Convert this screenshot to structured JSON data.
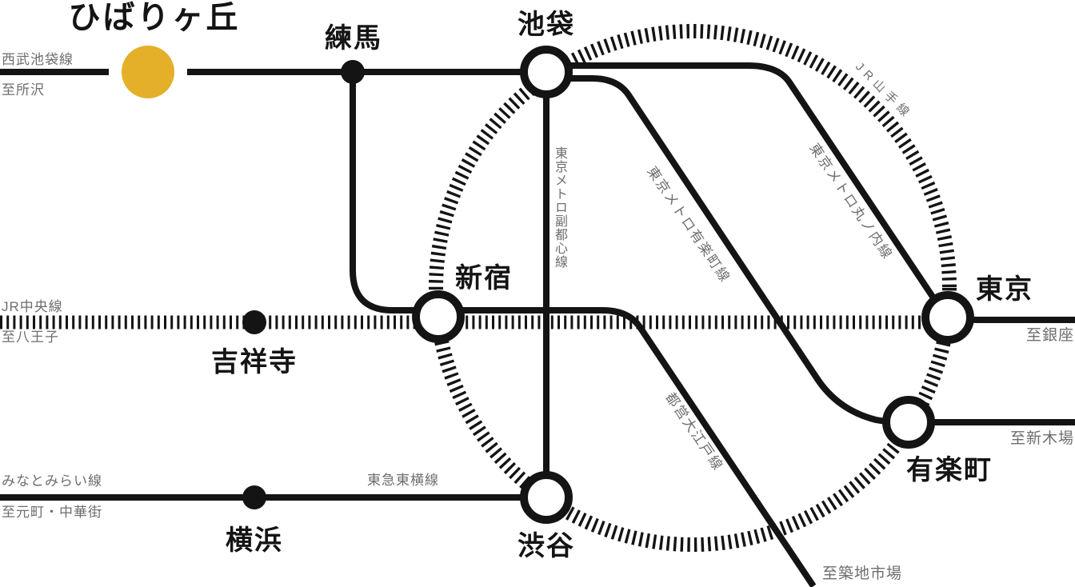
{
  "diagram": {
    "stations": {
      "hibarigaoka": {
        "name": "ひばりヶ丘",
        "marker": "accent-circle"
      },
      "nerima": {
        "name": "練馬",
        "marker": "black-dot"
      },
      "ikebukuro": {
        "name": "池袋",
        "marker": "interchange-circle"
      },
      "kichijoji": {
        "name": "吉祥寺",
        "marker": "black-dot"
      },
      "shinjuku": {
        "name": "新宿",
        "marker": "interchange-circle"
      },
      "yokohama": {
        "name": "横浜",
        "marker": "black-dot"
      },
      "shibuya": {
        "name": "渋谷",
        "marker": "interchange-circle"
      },
      "tokyo": {
        "name": "東京",
        "marker": "interchange-circle"
      },
      "yurakucho": {
        "name": "有楽町",
        "marker": "interchange-circle"
      }
    },
    "lines": {
      "seibu_ikebukuro": {
        "name": "西武池袋線",
        "destination": "至所沢",
        "style": "solid"
      },
      "jr_chuo": {
        "name": "JR中央線",
        "destination": "至八王子",
        "style": "hatched"
      },
      "minatomirai": {
        "name": "みなとみらい線",
        "destination": "至元町・中華街",
        "style": "solid"
      },
      "tokyu_toyoko": {
        "name": "東急東横線",
        "style": "solid"
      },
      "jr_yamanote": {
        "name": "JR山手線",
        "style": "hatched-loop"
      },
      "tokyo_metro_fukutoshin": {
        "name": "東京メトロ副都心線",
        "style": "solid"
      },
      "tokyo_metro_yurakucho": {
        "name": "東京メトロ有楽町線",
        "destination": "至新木場",
        "style": "solid"
      },
      "tokyo_metro_marunouchi": {
        "name": "東京メトロ丸ノ内線",
        "destination": "至銀座",
        "style": "solid"
      },
      "toei_oedo": {
        "name": "都営大江戸線",
        "destination": "至築地市場",
        "style": "solid"
      }
    },
    "colors": {
      "line_black": "#141414",
      "accent_station_fill": "#E4AF29",
      "interchange_fill": "#FFFFFF",
      "label_gray": "#6E6E6E"
    }
  }
}
